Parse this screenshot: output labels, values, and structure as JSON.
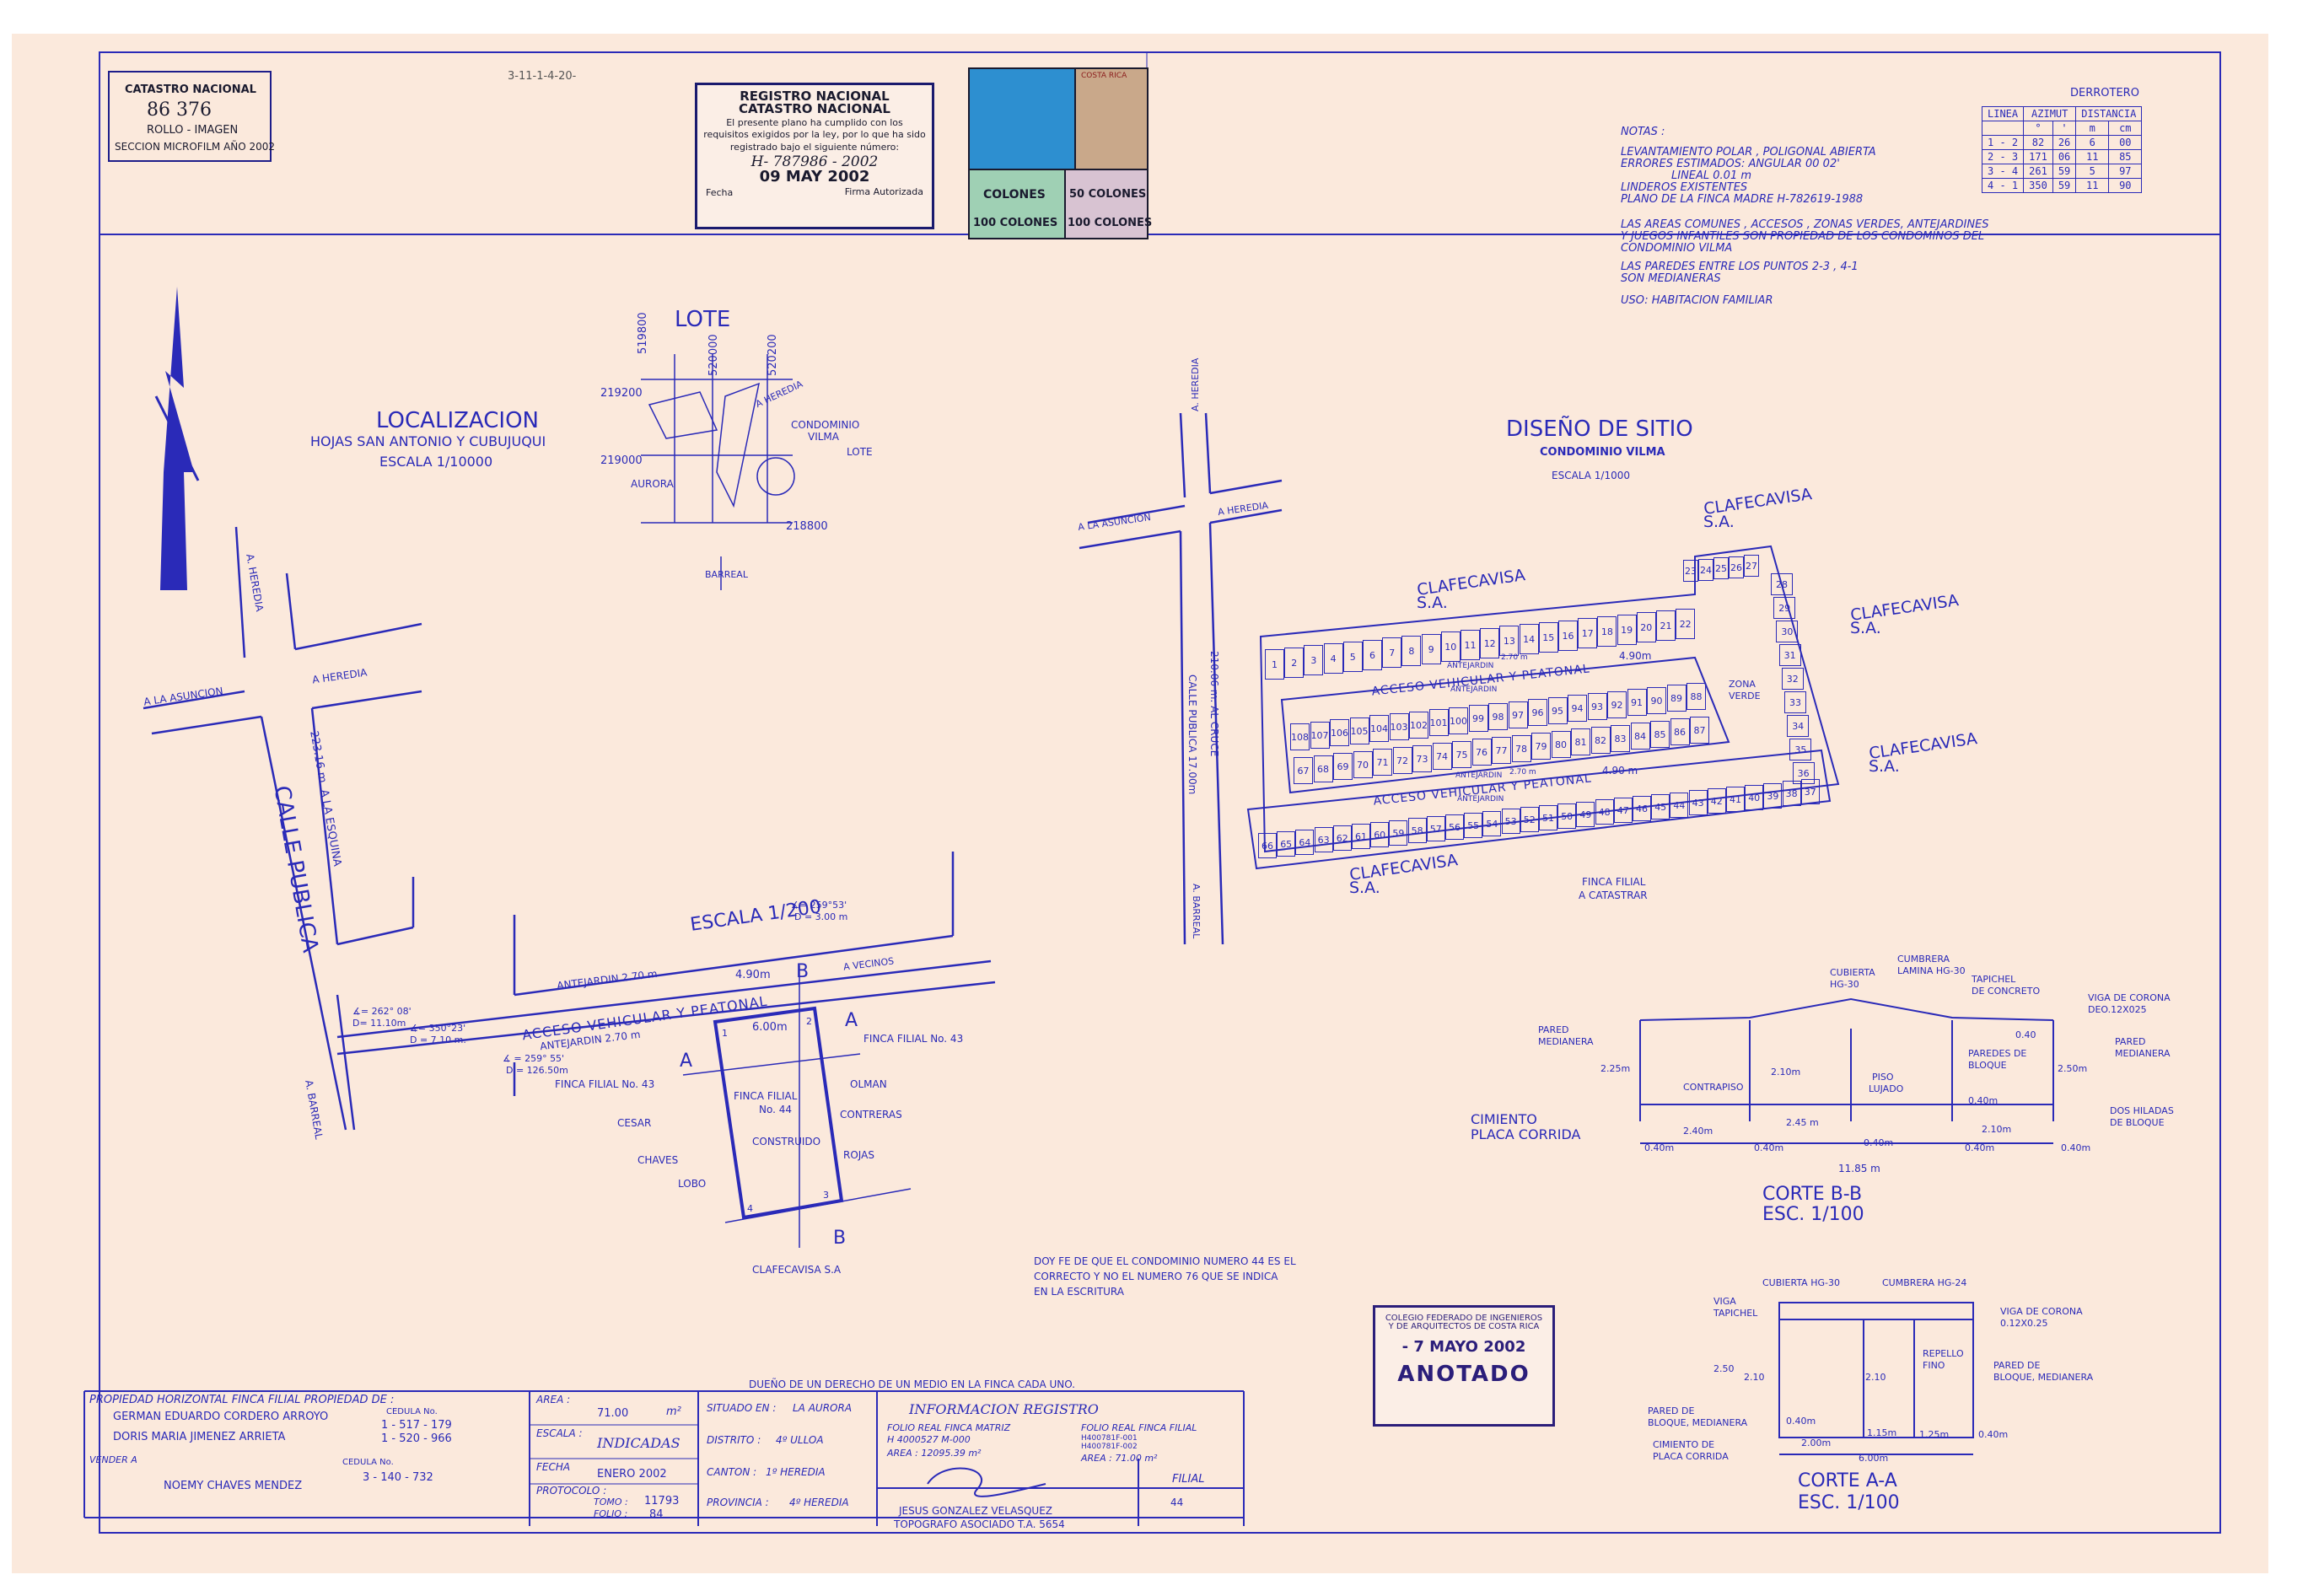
{
  "catastro_box": {
    "title": "CATASTRO NACIONAL",
    "number": "86  376",
    "rollo": "ROLLO - IMAGEN",
    "seccion": "SECCION MICROFILM AÑO 2002"
  },
  "ref_code": "3-11-1-4-20-",
  "registro_stamp": {
    "title1": "REGISTRO NACIONAL",
    "title2": "CATASTRO NACIONAL",
    "body": "El presente plano ha cumplido con los requisitos exigidos por la ley, por lo que ha sido registrado bajo el siguiente número:",
    "number": "H- 787986 - 2002",
    "date": "09 MAY 2002",
    "fecha_label": "Fecha",
    "firma_label": "Firma Autorizada"
  },
  "stamps": {
    "s1": "COLONES",
    "s2": "50 COLONES",
    "s3": "100 COLONES",
    "s4": "100 COLONES",
    "country": "COSTA RICA"
  },
  "notas": {
    "title": "NOTAS :",
    "lines": [
      "LEVANTAMIENTO POLAR , POLIGONAL ABIERTA",
      "ERRORES  ESTIMADOS: ANGULAR 00  02'",
      "LINEAL 0.01 m",
      "LINDEROS EXISTENTES",
      "PLANO DE LA FINCA MADRE H-782619-1988",
      "LAS AREAS COMUNES , ACCESOS , ZONAS VERDES, ANTEJARDINES",
      "Y JUEGOS INFANTILES SON PROPIEDAD DE LOS  CONDOMINOS DEL",
      "CONDOMINIO VILMA",
      "LAS PAREDES ENTRE LOS PUNTOS  2-3 , 4-1",
      "SON MEDIANERAS",
      "USO: HABITACION  FAMILIAR"
    ]
  },
  "derrotero": {
    "title": "DERROTERO",
    "headers": [
      "LINEA",
      "AZIMUT",
      "DISTANCIA"
    ],
    "subheaders": [
      "",
      "°",
      "'",
      "m",
      "cm"
    ],
    "rows": [
      [
        "1 - 2",
        "82",
        "26",
        "6",
        "00"
      ],
      [
        "2 - 3",
        "171",
        "06",
        "11",
        "85"
      ],
      [
        "3 - 4",
        "261",
        "59",
        "5",
        "97"
      ],
      [
        "4 - 1",
        "350",
        "59",
        "11",
        "90"
      ]
    ]
  },
  "lote": {
    "title": "LOTE",
    "c1": "519800",
    "c2": "520000",
    "c3": "520200",
    "r1": "219200",
    "r2": "219000",
    "r3": "218800",
    "heredia": "A HEREDIA",
    "condominio": "CONDOMINIO",
    "vilma": "VILMA",
    "lote_label": "LOTE",
    "aurora": "AURORA",
    "barreal": "BARREAL"
  },
  "localizacion": {
    "title": "LOCALIZACION",
    "sub": "HOJAS SAN ANTONIO Y CUBUJUQUI",
    "escala": "ESCALA 1/10000"
  },
  "left_plan": {
    "heredia_top": "A. HEREDIA",
    "asuncion": "A LA ASUNCION",
    "heredia": "A  HEREDIA",
    "dist": "223.16 m. A LA ESQUINA",
    "calle": "CALLE PUBLICA",
    "barreal": "A. BARREAL",
    "escala": "ESCALA  1/200",
    "antejardin1": "ANTEJARDIN  2.70 m",
    "w490": "4.90m",
    "vecinos": "A  VECINOS",
    "acceso": "ACCESO VEHICULAR  Y  PEATONAL",
    "antejardin2": "ANTEJARDIN  2.70 m",
    "dim600": "6.00m",
    "finca43r": "FINCA FILIAL  No. 43",
    "finca43l": "FINCA FILIAL No. 43",
    "finca44": "FINCA  FILIAL",
    "no44": "No. 44",
    "construido": "CONSTRUIDO",
    "olman": "OLMAN",
    "contreras": "CONTRERAS",
    "rojas": "ROJAS",
    "cesar": "CESAR",
    "chaves": "CHAVES",
    "lobo": "LOBO",
    "clafe": "CLAFECAVISA S.A",
    "aA": "A",
    "aB": "B",
    "az1": "∡= 262° 08'",
    "az1d": "D= 11.10m",
    "az2": "∡= 350°23'",
    "az2d": "D = 7.10 m.",
    "az3": "∡ = 259° 55'",
    "az3d": "D = 126.50m",
    "az4": "∡= 259°53'",
    "az4d": "D = 3.00 m",
    "p1": "1",
    "p2": "2",
    "p3": "3",
    "p4": "4"
  },
  "doy_fe": [
    "DOY  FE  DE  QUE  EL  CONDOMINIO  NUMERO 44  ES  EL",
    "CORRECTO  Y  NO  EL  NUMERO  76  QUE  SE  INDICA",
    "EN  LA  ESCRITURA"
  ],
  "dueno": "DUEÑO  DE  UN  DERECHO  DE  UN  MEDIO  EN  LA  FINCA  CADA  UNO.",
  "diseno": {
    "title": "DISEÑO DE SITIO",
    "sub": "CONDOMINIO  VILMA",
    "escala": "ESCALA 1/1000",
    "heredia_top": "A. HEREDIA",
    "asuncion": "A LA ASUNCION",
    "heredia": "A  HEREDIA",
    "calle": "CALLE PUBLICA  17.00m",
    "dist": "210.06 m. AL CRUCE",
    "barreal": "A. BARREAL",
    "clafe1": "CLAFECAVISA",
    "clafe1b": "S.A.",
    "clafe2": "CLAFECAVISA",
    "clafe2b": "S.A.",
    "clafe3": "CLAFECAVISA",
    "clafe3b": "S.A.",
    "clafe4": "CLAFECAVISA",
    "clafe4b": "S.A.",
    "clafe5": "CLAFECAVISA",
    "clafe5b": "S.A.",
    "acceso1": "ACCESO  VEHICULAR  Y  PEATONAL",
    "acceso2": "ACCESO  VEHICULAR  Y  PEATONAL",
    "w1": "4.90m",
    "w2": "4.90 m",
    "ant": "ANTEJARDIN",
    "ant270": "2.70 m",
    "zona": "ZONA",
    "verde": "VERDE",
    "finca": "FINCA FILIAL",
    "catastrar": "A CATASTRAR"
  },
  "lot_rows": {
    "row1": [
      "1",
      "2",
      "3",
      "4",
      "5",
      "6",
      "7",
      "8",
      "9",
      "10",
      "11",
      "12",
      "13",
      "14",
      "15",
      "16",
      "17",
      "18",
      "19",
      "20",
      "21",
      "22"
    ],
    "row_top_r": [
      "23",
      "24",
      "25",
      "26",
      "27"
    ],
    "col_r": [
      "28",
      "29",
      "30",
      "31",
      "32",
      "33",
      "34",
      "35",
      "36"
    ],
    "row_mid1": [
      "108",
      "107",
      "106",
      "105",
      "104",
      "103",
      "102",
      "101",
      "100",
      "99",
      "98",
      "97",
      "96",
      "95",
      "94",
      "93",
      "92",
      "91",
      "90",
      "89",
      "88"
    ],
    "row_mid2": [
      "67",
      "68",
      "69",
      "70",
      "71",
      "72",
      "73",
      "74",
      "75",
      "76",
      "77",
      "78",
      "79",
      "80",
      "81",
      "82",
      "83",
      "84",
      "85",
      "86",
      "87"
    ],
    "row_bot": [
      "66",
      "65",
      "64",
      "63",
      "62",
      "61",
      "60",
      "59",
      "58",
      "57",
      "56",
      "55",
      "54",
      "53",
      "52",
      "51",
      "50",
      "49",
      "48",
      "47",
      "46",
      "45",
      "44",
      "43",
      "42",
      "41",
      "40",
      "39",
      "38",
      "37"
    ]
  },
  "corte_bb": {
    "title": "CORTE B-B",
    "esc": "ESC. 1/100",
    "cubierta": "CUBIERTA",
    "hg30": "HG-30",
    "cumbrera": "CUMBRERA",
    "lamina": "LAMINA HG-30",
    "tapichel": "TAPICHEL",
    "concreto": "DE CONCRETO",
    "viga": "VIGA DE CORONA",
    "deo": "DEO.12X025",
    "pared1": "PARED",
    "med1": "MEDIANERA",
    "pared2": "PARED",
    "med2": "MEDIANERA",
    "paredes": "PAREDES DE",
    "bloque": "BLOQUE",
    "contrapiso": "CONTRAPISO",
    "piso": "PISO",
    "lujado": "LUJADO",
    "cimiento": "CIMIENTO",
    "placa": "PLACA CORRIDA",
    "dos": "DOS HILADAS",
    "debloque": "DE BLOQUE",
    "h225": "2.25m",
    "h210": "2.10m",
    "h250": "2.50m",
    "h040": "0.40",
    "d040": "0.40m",
    "d240": "2.40m",
    "d245": "2.45 m",
    "d210": "2.10m",
    "total": "11.85 m"
  },
  "corte_aa": {
    "title": "CORTE A-A",
    "esc": "ESC. 1/100",
    "cubierta": "CUBIERTA HG-30",
    "cumbrera": "CUMBRERA HG-24",
    "viga": "VIGA",
    "tapichel": "TAPICHEL",
    "vigacor": "VIGA DE CORONA",
    "dim": "0.12X0.25",
    "repello": "REPELLO",
    "fino": "FINO",
    "pared": "PARED DE",
    "bloque": "BLOQUE, MEDIANERA",
    "paredb": "PARED DE",
    "bloqueb": "BLOQUE, MEDIANERA",
    "cimiento": "CIMIENTO DE",
    "placa": "PLACA CORRIDA",
    "h250": "2.50",
    "h210": "2.10",
    "h210b": "2.10",
    "d040": "0.40m",
    "d200": "2.00m",
    "d115": "1.15m",
    "d125": "1.25m",
    "d040b": "0.40m",
    "total": "6.00m"
  },
  "colegio_stamp": {
    "l1": "COLEGIO FEDERADO DE INGENIEROS",
    "l2": "Y DE ARQUITECTOS DE COSTA RICA",
    "date": "- 7 MAYO 2002",
    "anotado": "ANOTADO"
  },
  "title_block": {
    "prop_title": "PROPIEDAD HORIZONTAL FINCA FILIAL PROPIEDAD DE :",
    "owners": [
      {
        "name": "GERMAN EDUARDO CORDERO ARROYO",
        "cedula": "1 - 517 - 179"
      },
      {
        "name": "DORIS MARIA JIMENEZ ARRIETA",
        "cedula": "1 - 520 - 966"
      }
    ],
    "cedula_label": "CEDULA No.",
    "vende_label": "VENDER A",
    "buyer": "NOEMY CHAVES MENDEZ",
    "buyer_cedula": "3 - 140 - 732",
    "area_label": "AREA :",
    "area": "71.00",
    "area_unit": "m²",
    "escala_label": "ESCALA :",
    "escala": "INDICADAS",
    "fecha_label": "FECHA",
    "fecha": "ENERO 2002",
    "protocolo_label": "PROTOCOLO :",
    "tomo_label": "TOMO :",
    "tomo": "11793",
    "folio_label": "FOLIO :",
    "folio": "84",
    "situado_label": "SITUADO EN :",
    "situado": "LA AURORA",
    "distrito_label": "DISTRITO :",
    "distrito": "4º ULLOA",
    "canton_label": "CANTON :",
    "canton": "1º HEREDIA",
    "provincia_label": "PROVINCIA :",
    "provincia": "4º HEREDIA",
    "info_title": "INFORMACION REGISTRO",
    "matriz_label": "FOLIO REAL FINCA MATRIZ",
    "matriz": "H 4000527 M-000",
    "matriz_area": "AREA : 12095.39 m²",
    "filial_label": "FOLIO REAL FINCA FILIAL",
    "filial1": "H400781F-001",
    "filial2": "H400781F-002",
    "filial_area": "AREA : 71.00 m²",
    "topografo": "JESUS GONZALEZ VELASQUEZ",
    "topografo_title": "TOPOGRAFO ASOCIADO T.A. 5654",
    "filial_box_label": "FILIAL",
    "filial_no": "44"
  },
  "colors": {
    "ink": "#2a2ab8",
    "paper": "#fbe9dc",
    "stamp_green": "#1f7a2e"
  }
}
